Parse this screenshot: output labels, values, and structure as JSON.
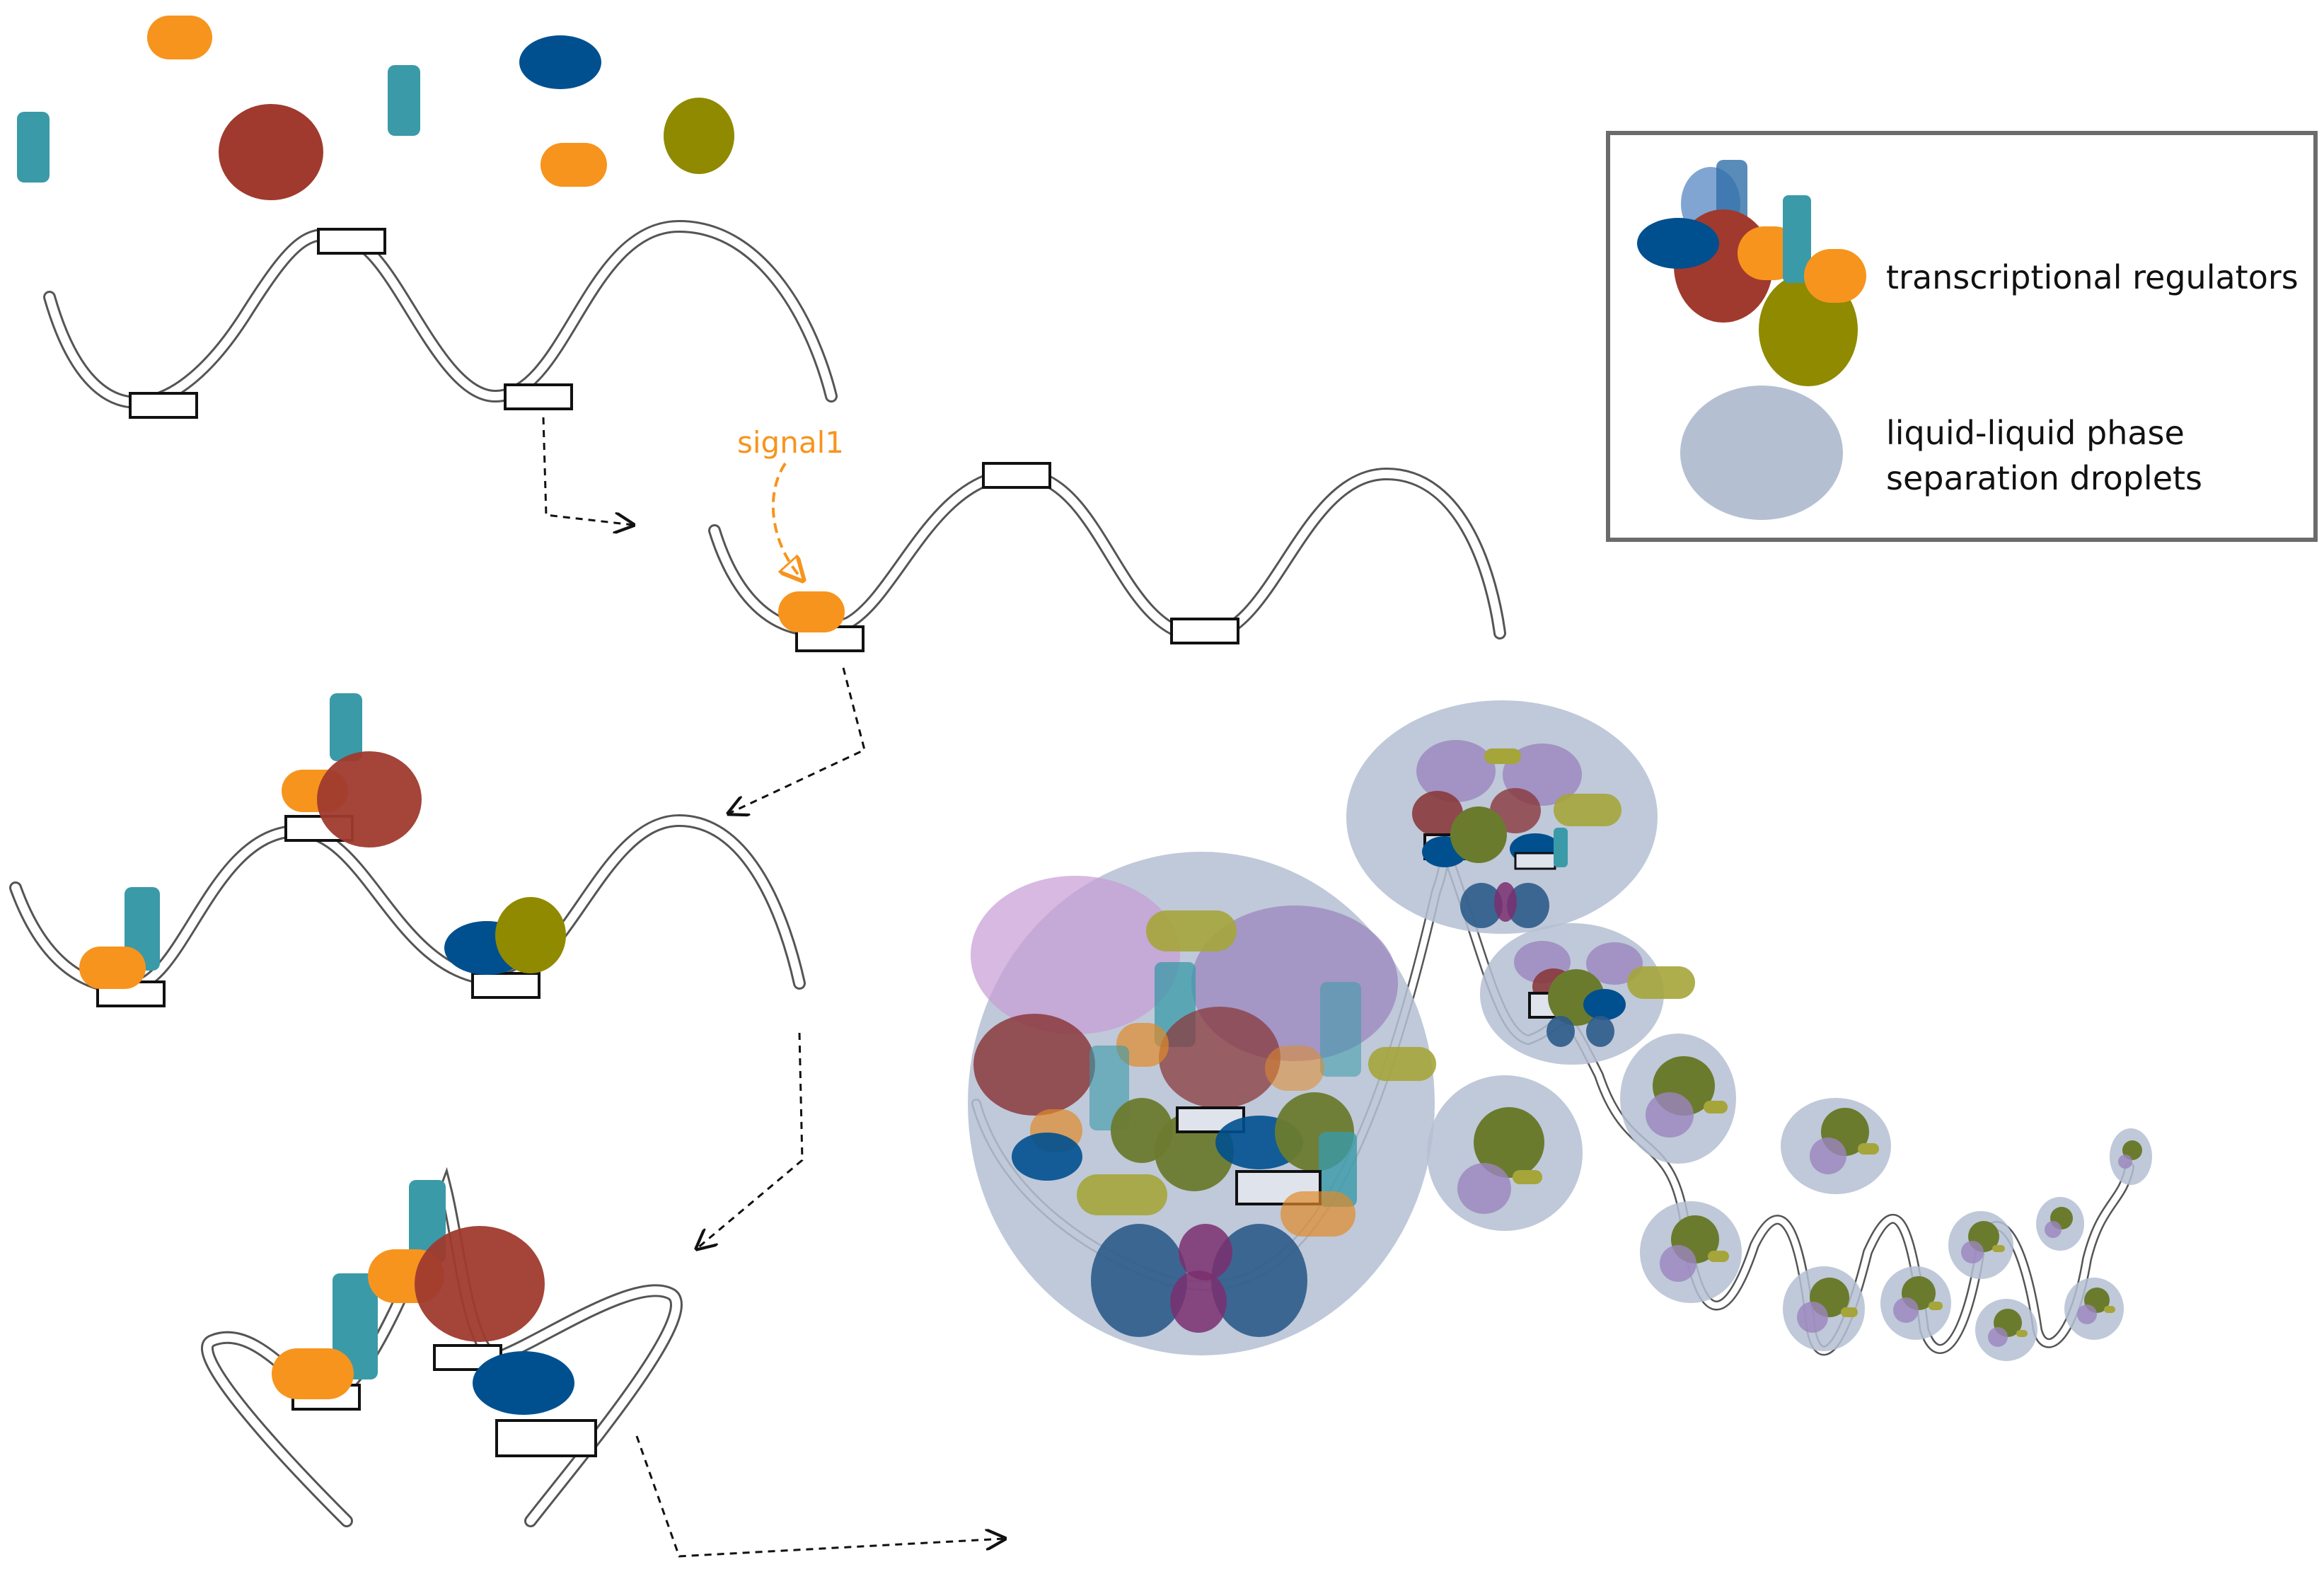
{
  "signal_label": "signal1",
  "legend": {
    "regulators_label": "transcriptional regulators",
    "droplets_label_line1": "liquid-liquid phase",
    "droplets_label_line2": "separation droplets"
  },
  "colors": {
    "regulator_orange": "#F7941D",
    "regulator_blue": "#00508F",
    "regulator_red": "#A03A2E",
    "regulator_olive": "#8F8A00",
    "regulator_teal": "#3A9AA8",
    "droplet": "#B4C0D2",
    "droplet_purple": "#9B86BE",
    "dna_strand": "#555555",
    "legend_border": "#6B6B6B",
    "arrow": "#111111"
  }
}
